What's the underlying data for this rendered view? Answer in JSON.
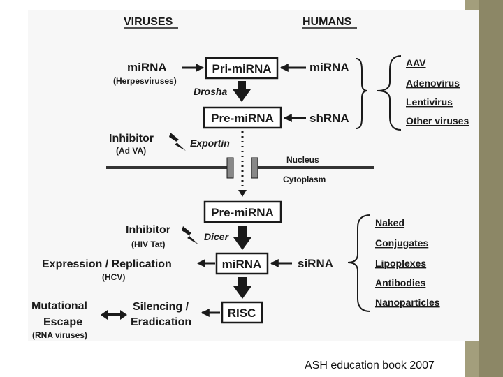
{
  "headers": {
    "viruses": "VIRUSES",
    "humans": "HUMANS"
  },
  "left": {
    "mirna": "miRNA",
    "herpes": "(Herpesviruses)",
    "inhibitor1": "Inhibitor",
    "inhibitor1_sub": "(Ad VA)",
    "inhibitor2": "Inhibitor",
    "inhibitor2_sub": "(HIV Tat)",
    "expression": "Expression / Replication",
    "hcv": "(HCV)",
    "mutational": "Mutational",
    "escape": "Escape",
    "rna_viruses": "(RNA viruses)",
    "silencing": "Silencing /",
    "eradication": "Eradication"
  },
  "pathway": {
    "pri_mirna": "Pri-miRNA",
    "drosha": "Drosha",
    "pre_mirna_nucleus": "Pre-miRNA",
    "exportin": "Exportin",
    "nucleus": "Nucleus",
    "cytoplasm": "Cytoplasm",
    "pre_mirna_cyto": "Pre-miRNA",
    "dicer": "Dicer",
    "mirna": "miRNA",
    "risc": "RISC"
  },
  "right": {
    "mirna": "miRNA",
    "shrna": "shRNA",
    "sirna": "siRNA",
    "vectors": [
      "AAV",
      "Adenovirus",
      "Lentivirus",
      "Other viruses"
    ],
    "delivery": [
      "Naked",
      "Conjugates",
      "Lipoplexes",
      "Antibodies",
      "Nanoparticles"
    ]
  },
  "caption": "ASH education book 2007"
}
